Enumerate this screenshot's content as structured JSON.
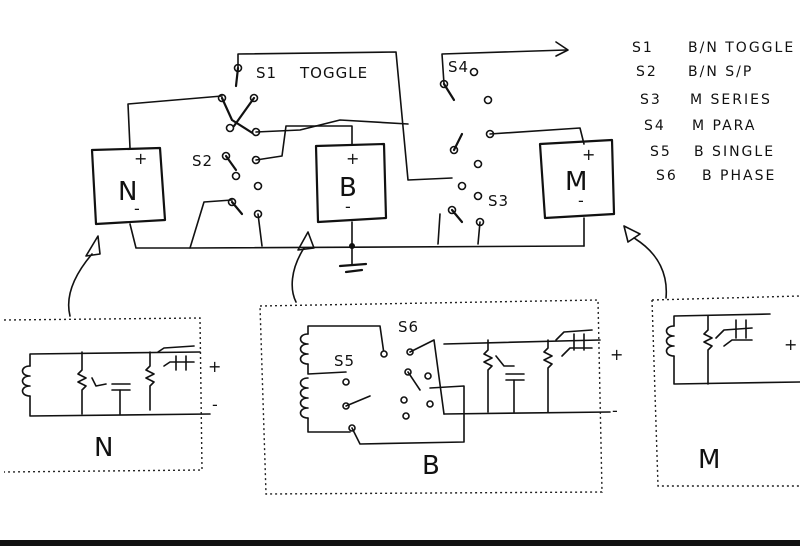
{
  "labels": {
    "s1": "S1",
    "toggle": "TOGGLE",
    "s2": "S2",
    "s3": "S3",
    "s4": "S4",
    "s5": "S5",
    "s6": "S6",
    "box_n": "N",
    "box_b": "B",
    "box_m": "M",
    "plus": "+",
    "minus": "-",
    "detail_n": "N",
    "detail_b": "B",
    "detail_m": "M"
  },
  "legend": [
    {
      "switch": "S1",
      "text": "B/N TOGGLE"
    },
    {
      "switch": "S2",
      "text": "B/N S/P"
    },
    {
      "switch": "S3",
      "text": "M SERIES"
    },
    {
      "switch": "S4",
      "text": "M PARA"
    },
    {
      "switch": "S5",
      "text": "B SINGLE"
    },
    {
      "switch": "S6",
      "text": "B PHASE"
    }
  ]
}
